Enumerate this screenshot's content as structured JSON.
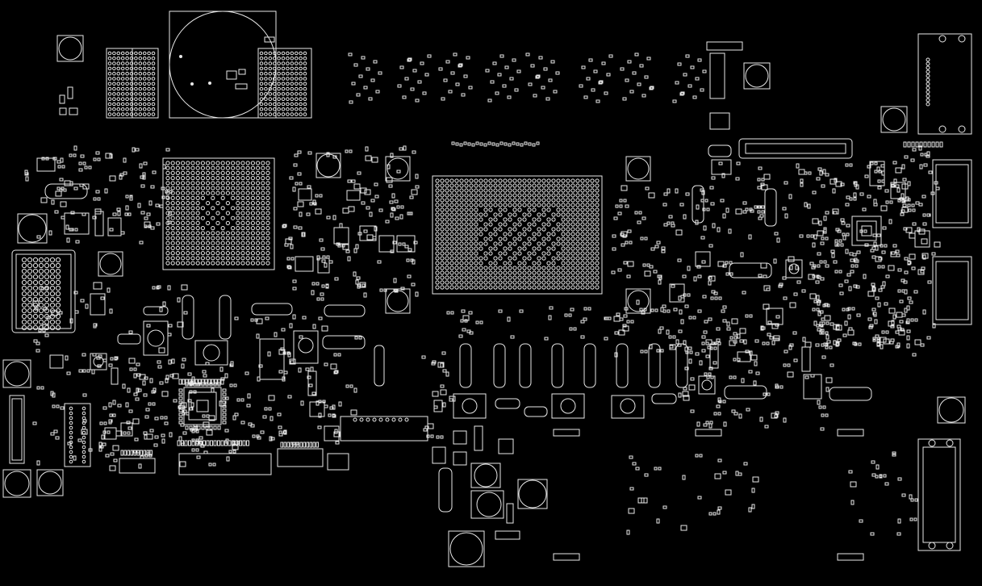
{
  "view": {
    "background": "#000000",
    "outline_color": "#e8e8e8"
  },
  "components": [
    {
      "kind": "cpu-bga",
      "label": ""
    },
    {
      "kind": "chipset-bga",
      "label": ""
    },
    {
      "kind": "ec-qfp",
      "label": ""
    },
    {
      "kind": "memory-slot",
      "label": ""
    },
    {
      "kind": "mounting-hole",
      "label": ""
    },
    {
      "kind": "connector",
      "label": ""
    },
    {
      "kind": "inductor",
      "label": ""
    },
    {
      "kind": "smd-passive",
      "label": ""
    }
  ]
}
